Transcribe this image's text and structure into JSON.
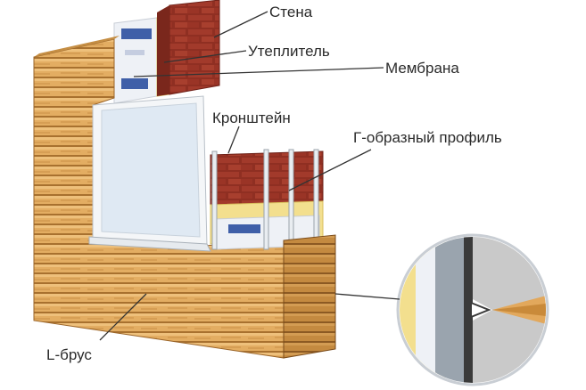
{
  "labels": {
    "wall": "Стена",
    "insulation": "Утеплитель",
    "membrane": "Мембрана",
    "bracket": "Кронштейн",
    "profile": "Г-образный профиль",
    "beam": "L-брус"
  },
  "colors": {
    "wood_light": "#e6b36a",
    "wood_dark": "#b27a36",
    "brick": "#8f2f22",
    "insulation": "#f3df8e",
    "membrane": "#eef1f6",
    "window_frame": "#f4f6f8",
    "window_glass": "#dfe9f3",
    "leader": "#333333",
    "profile_metal": "#3a3a3a"
  },
  "icons": {
    "membrane_brand": "membrane-brand-print-icon"
  }
}
